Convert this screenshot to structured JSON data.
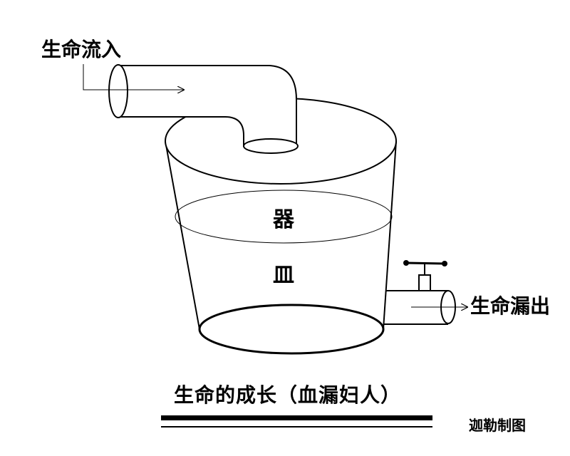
{
  "diagram": {
    "inflow_label": "生命流入",
    "outflow_label": "生命漏出",
    "vessel_char_top": "器",
    "vessel_char_bottom": "皿",
    "title": "生命的成长（血漏妇人）",
    "credit": "迦勒制图"
  },
  "colors": {
    "ink": "#000000",
    "background": "#ffffff"
  }
}
